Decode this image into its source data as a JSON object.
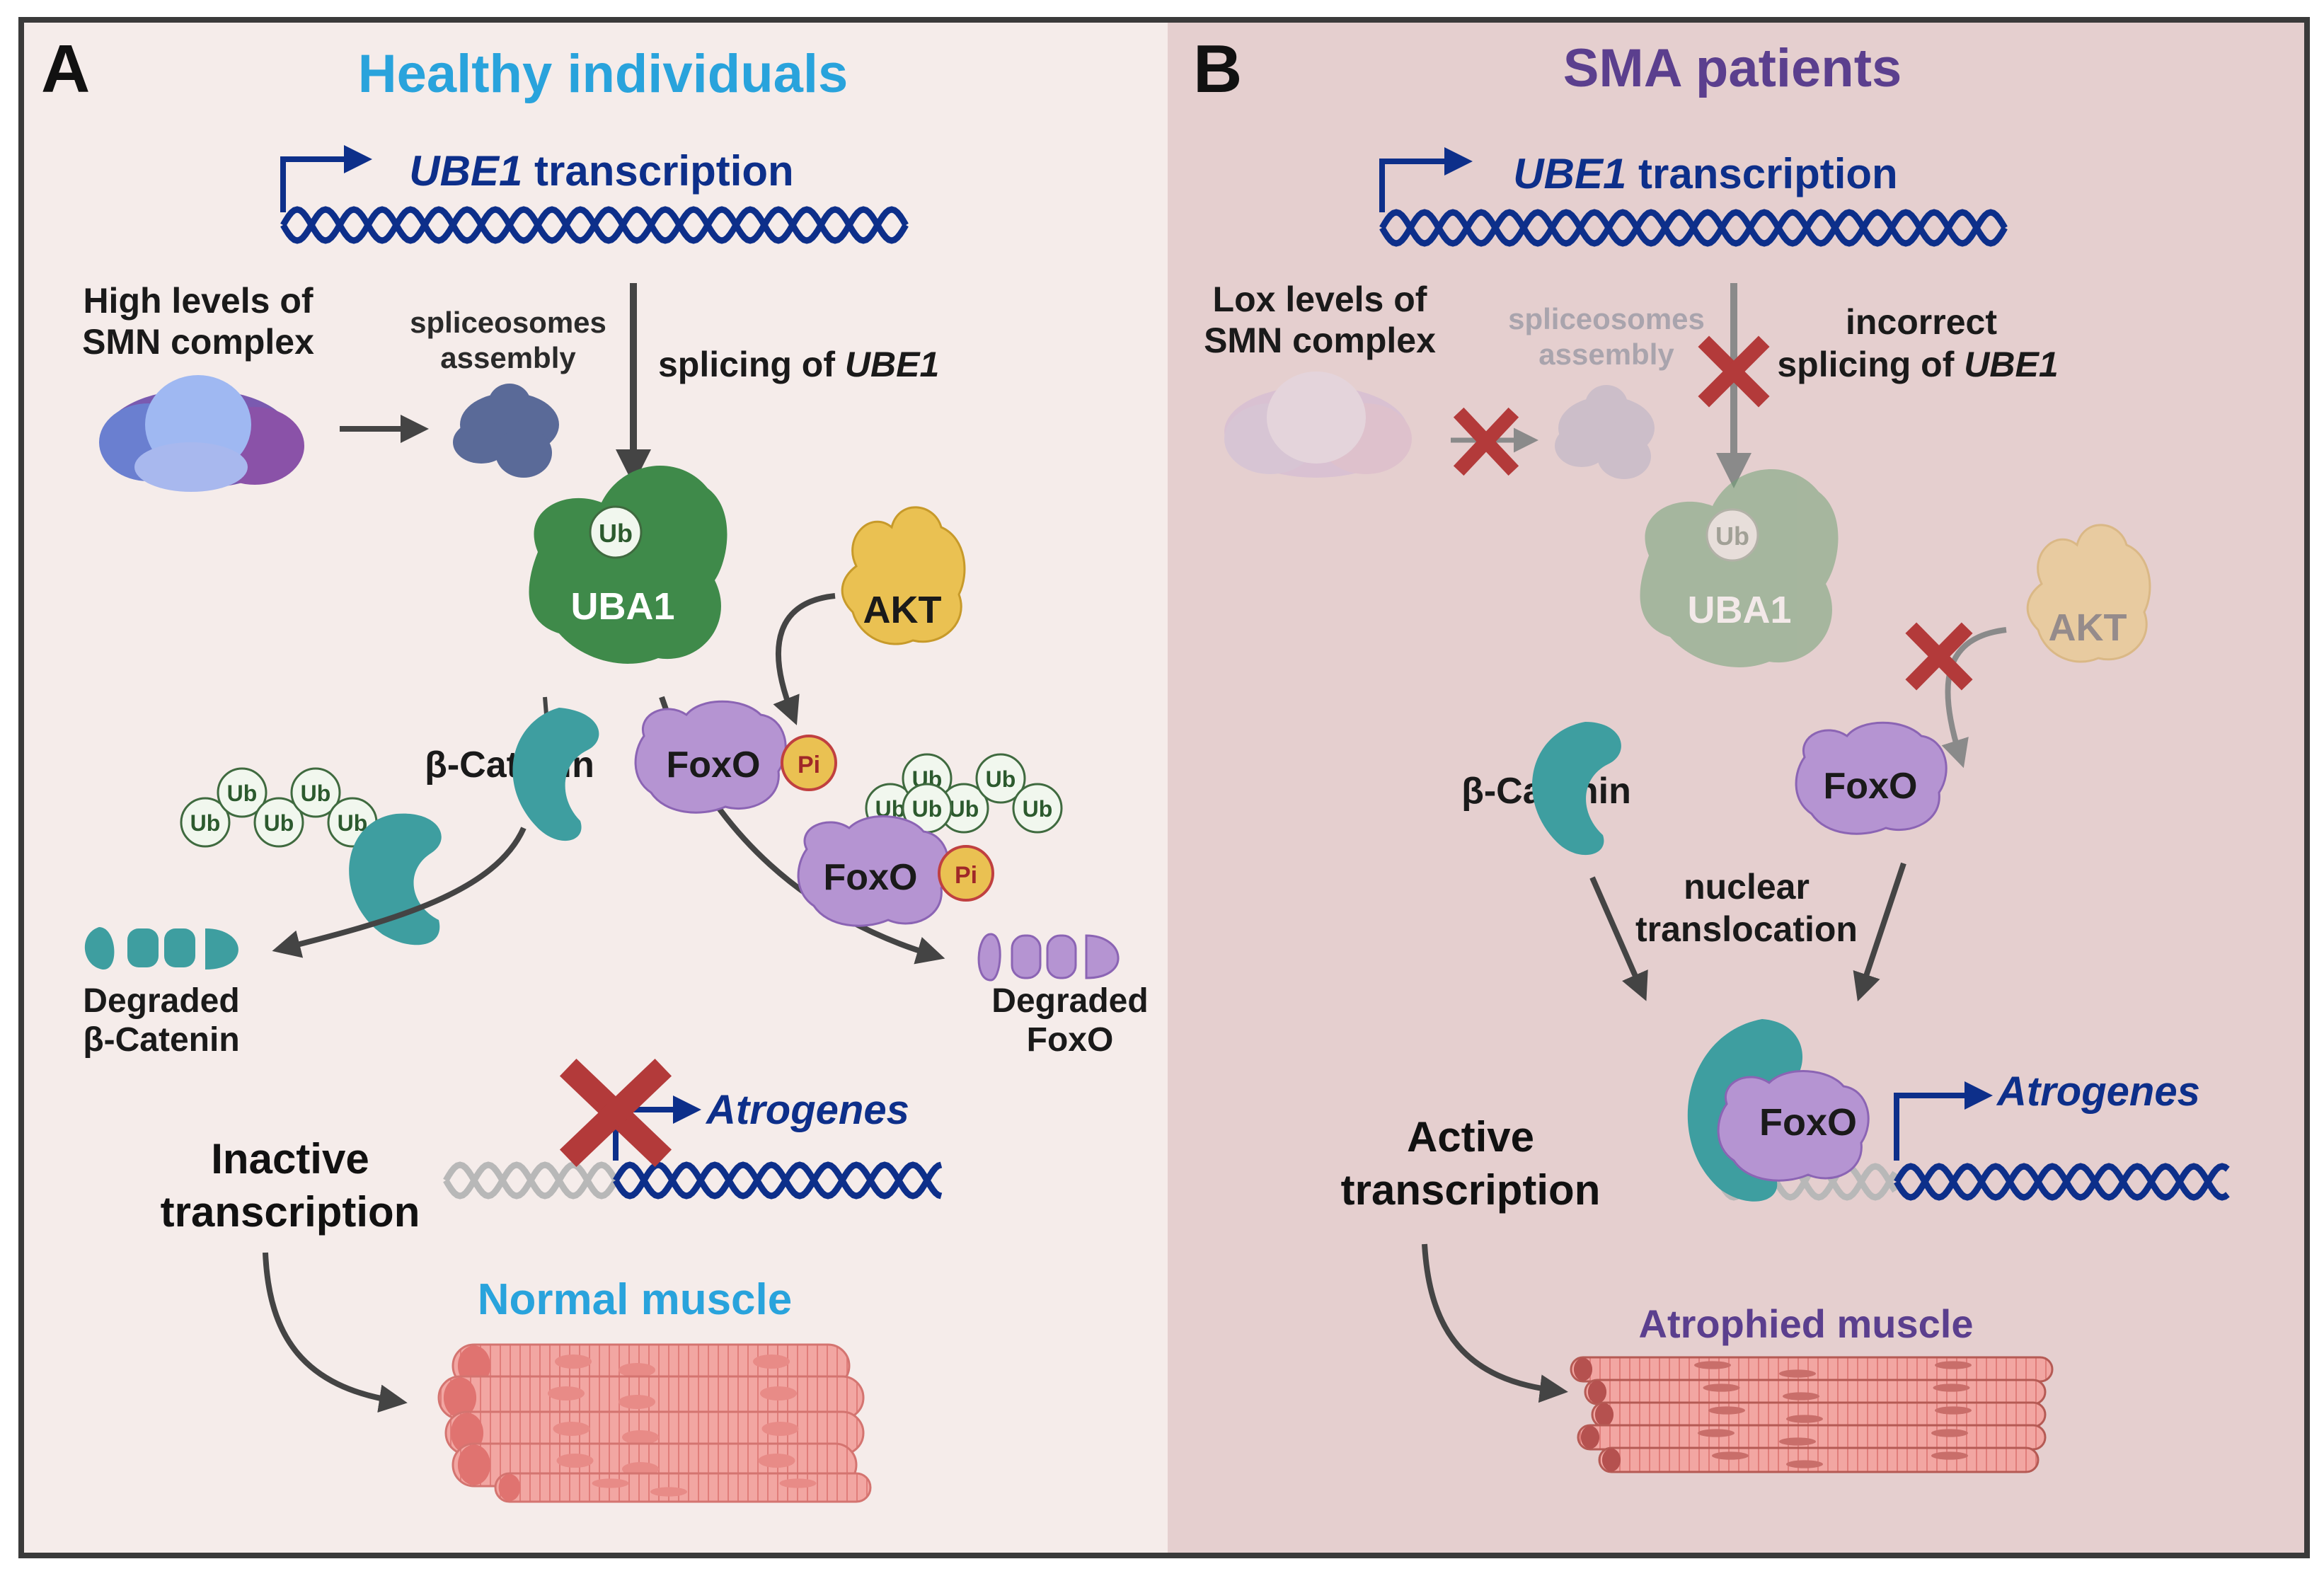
{
  "panel_a": {
    "letter": "A",
    "title": "Healthy individuals",
    "gene_italic": "UBE1",
    "gene_rest": " transcription",
    "smn_line1": "High levels of",
    "smn_line2": "SMN complex",
    "splice_line1": "spliceosomes",
    "splice_line2": "assembly",
    "splicing_prefix": "splicing of ",
    "splicing_gene": "UBE1",
    "ub": "Ub",
    "uba1": "UBA1",
    "akt": "AKT",
    "foxo": "FoxO",
    "phosphate": "Pi",
    "beta_catenin": "β-Catenin",
    "degraded_bc_line1": "Degraded",
    "degraded_bc_line2": "β-Catenin",
    "degraded_foxo_line1": "Degraded",
    "degraded_foxo_line2": "FoxO",
    "atrogenes": "Atrogenes",
    "transcription_line1": "Inactive",
    "transcription_line2": "transcription",
    "muscle": "Normal muscle"
  },
  "panel_b": {
    "letter": "B",
    "title": "SMA patients",
    "gene_italic": "UBE1",
    "gene_rest": " transcription",
    "smn_line1": "Lox levels of",
    "smn_line2": "SMN complex",
    "splice_line1": "spliceosomes",
    "splice_line2": "assembly",
    "incorrect_line1": "incorrect",
    "incorrect_prefix": "splicing of ",
    "incorrect_gene": "UBE1",
    "ub": "Ub",
    "uba1": "UBA1",
    "akt": "AKT",
    "foxo": "FoxO",
    "beta_catenin": "β-Catenin",
    "nuclear_line1": "nuclear",
    "nuclear_line2": "translocation",
    "atrogenes": "Atrogenes",
    "transcription_line1": "Active",
    "transcription_line2": "transcription",
    "muscle": "Atrophied muscle"
  },
  "colors": {
    "panel_a_bg": "#f5ecea",
    "panel_b_bg": "#e5cfcf",
    "healthy_title": "#29a3dc",
    "sma_title": "#5b3f8e",
    "dna": "#0d2f8a",
    "uba1": "#3f8a4a",
    "akt": "#eac152",
    "foxo": "#b594d2",
    "catenin": "#3e9ea0",
    "x_mark": "#b33a3a"
  }
}
